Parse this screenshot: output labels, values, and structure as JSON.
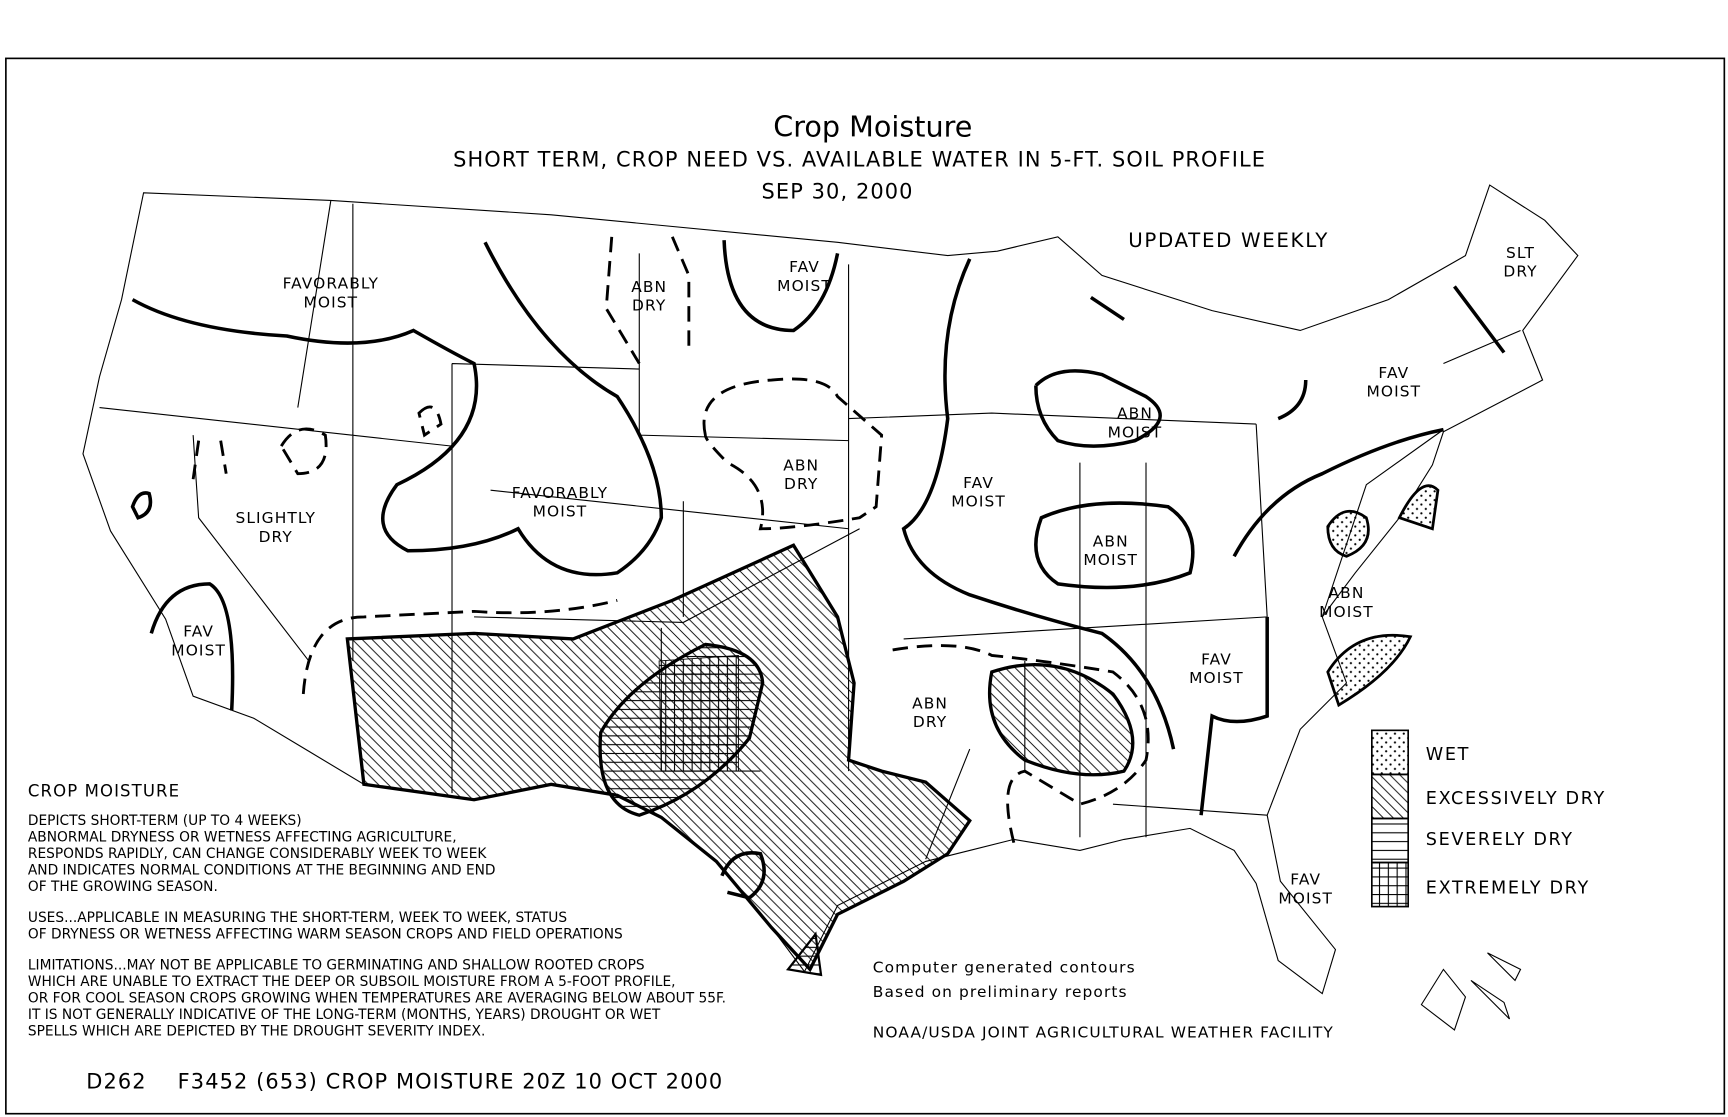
{
  "title": "Crop Moisture",
  "subtitle": "SHORT TERM, CROP NEED VS. AVAILABLE WATER IN 5-FT. SOIL PROFILE",
  "date": "SEP 30, 2000",
  "updated": "UPDATED WEEKLY",
  "region_labels": [
    {
      "line1": "FAVORABLY",
      "line2": "MOIST"
    },
    {
      "line1": "ABN",
      "line2": "DRY"
    },
    {
      "line1": "FAV",
      "line2": "MOIST"
    },
    {
      "line1": "SLT",
      "line2": "DRY"
    },
    {
      "line1": "FAV",
      "line2": "MOIST"
    },
    {
      "line1": "ABN",
      "line2": "MOIST"
    },
    {
      "line1": "FAVORABLY",
      "line2": "MOIST"
    },
    {
      "line1": "ABN",
      "line2": "DRY"
    },
    {
      "line1": "FAV",
      "line2": "MOIST"
    },
    {
      "line1": "SLIGHTLY",
      "line2": "DRY"
    },
    {
      "line1": "ABN",
      "line2": "MOIST"
    },
    {
      "line1": "FAV",
      "line2": "MOIST"
    },
    {
      "line1": "ABN",
      "line2": "MOIST"
    },
    {
      "line1": "FAV",
      "line2": "MOIST"
    },
    {
      "line1": "ABN",
      "line2": "DRY"
    },
    {
      "line1": "FAV",
      "line2": "MOIST"
    }
  ],
  "legend": [
    {
      "label": "WET",
      "pattern": "dots"
    },
    {
      "label": "EXCESSIVELY DRY",
      "pattern": "diagonal"
    },
    {
      "label": "SEVERELY DRY",
      "pattern": "horizontal"
    },
    {
      "label": "EXTREMELY DRY",
      "pattern": "grid"
    }
  ],
  "notes": {
    "heading": "CROP MOISTURE",
    "depicts": [
      "DEPICTS SHORT-TERM (UP TO 4 WEEKS)",
      "ABNORMAL DRYNESS OR WETNESS AFFECTING AGRICULTURE,",
      "RESPONDS RAPIDLY, CAN CHANGE CONSIDERABLY WEEK TO WEEK",
      "AND INDICATES NORMAL CONDITIONS AT THE BEGINNING AND END",
      "OF THE GROWING SEASON."
    ],
    "uses": [
      "USES...APPLICABLE IN MEASURING THE SHORT-TERM, WEEK TO WEEK, STATUS",
      "OF DRYNESS OR WETNESS AFFECTING WARM SEASON CROPS AND FIELD OPERATIONS"
    ],
    "limitations": [
      "LIMITATIONS...MAY NOT BE APPLICABLE TO GERMINATING AND SHALLOW ROOTED CROPS",
      "WHICH ARE UNABLE TO EXTRACT THE DEEP OR SUBSOIL MOISTURE FROM A 5-FOOT PROFILE,",
      "OR FOR COOL SEASON CROPS GROWING WHEN TEMPERATURES ARE AVERAGING BELOW ABOUT 55F.",
      "IT IS NOT GENERALLY INDICATIVE OF THE LONG-TERM (MONTHS, YEARS) DROUGHT OR WET",
      "SPELLS WHICH ARE DEPICTED BY THE DROUGHT SEVERITY INDEX."
    ]
  },
  "credits": {
    "line1": "Computer generated contours",
    "line2": "Based on preliminary reports",
    "line3": "NOAA/USDA JOINT AGRICULTURAL WEATHER FACILITY"
  },
  "footer": "D262    F3452 (653) CROP MOISTURE 20Z 10 OCT 2000"
}
